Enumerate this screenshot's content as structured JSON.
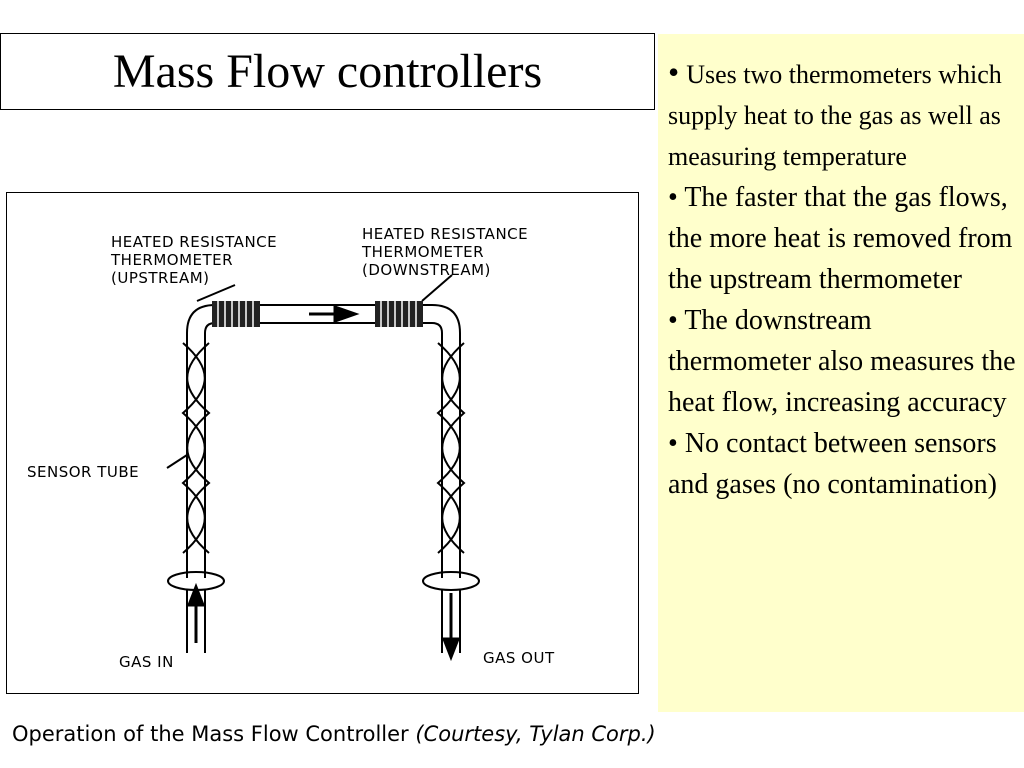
{
  "slide": {
    "title": "Mass Flow controllers",
    "bullets": [
      "Uses two thermometers which supply heat to the gas as well as measuring temperature",
      "The faster that the gas flows, the more heat is removed from the upstream thermometer",
      "The downstream thermometer also measures the heat flow, increasing accuracy",
      "No contact between sensors and gases (no contamination)"
    ],
    "bullet_glyph": "•",
    "notes_background": "#ffffcc"
  },
  "figure": {
    "upstream_label": [
      "HEATED RESISTANCE",
      "THERMOMETER",
      "(UPSTREAM)"
    ],
    "downstream_label": [
      "HEATED RESISTANCE",
      "THERMOMETER",
      "(DOWNSTREAM)"
    ],
    "sensor_tube_label": "SENSOR TUBE",
    "gas_in_label": "GAS IN",
    "gas_out_label": "GAS OUT",
    "caption_main": "Operation of the Mass Flow Controller",
    "caption_credit": "(Courtesy,  Tylan Corp.)"
  }
}
